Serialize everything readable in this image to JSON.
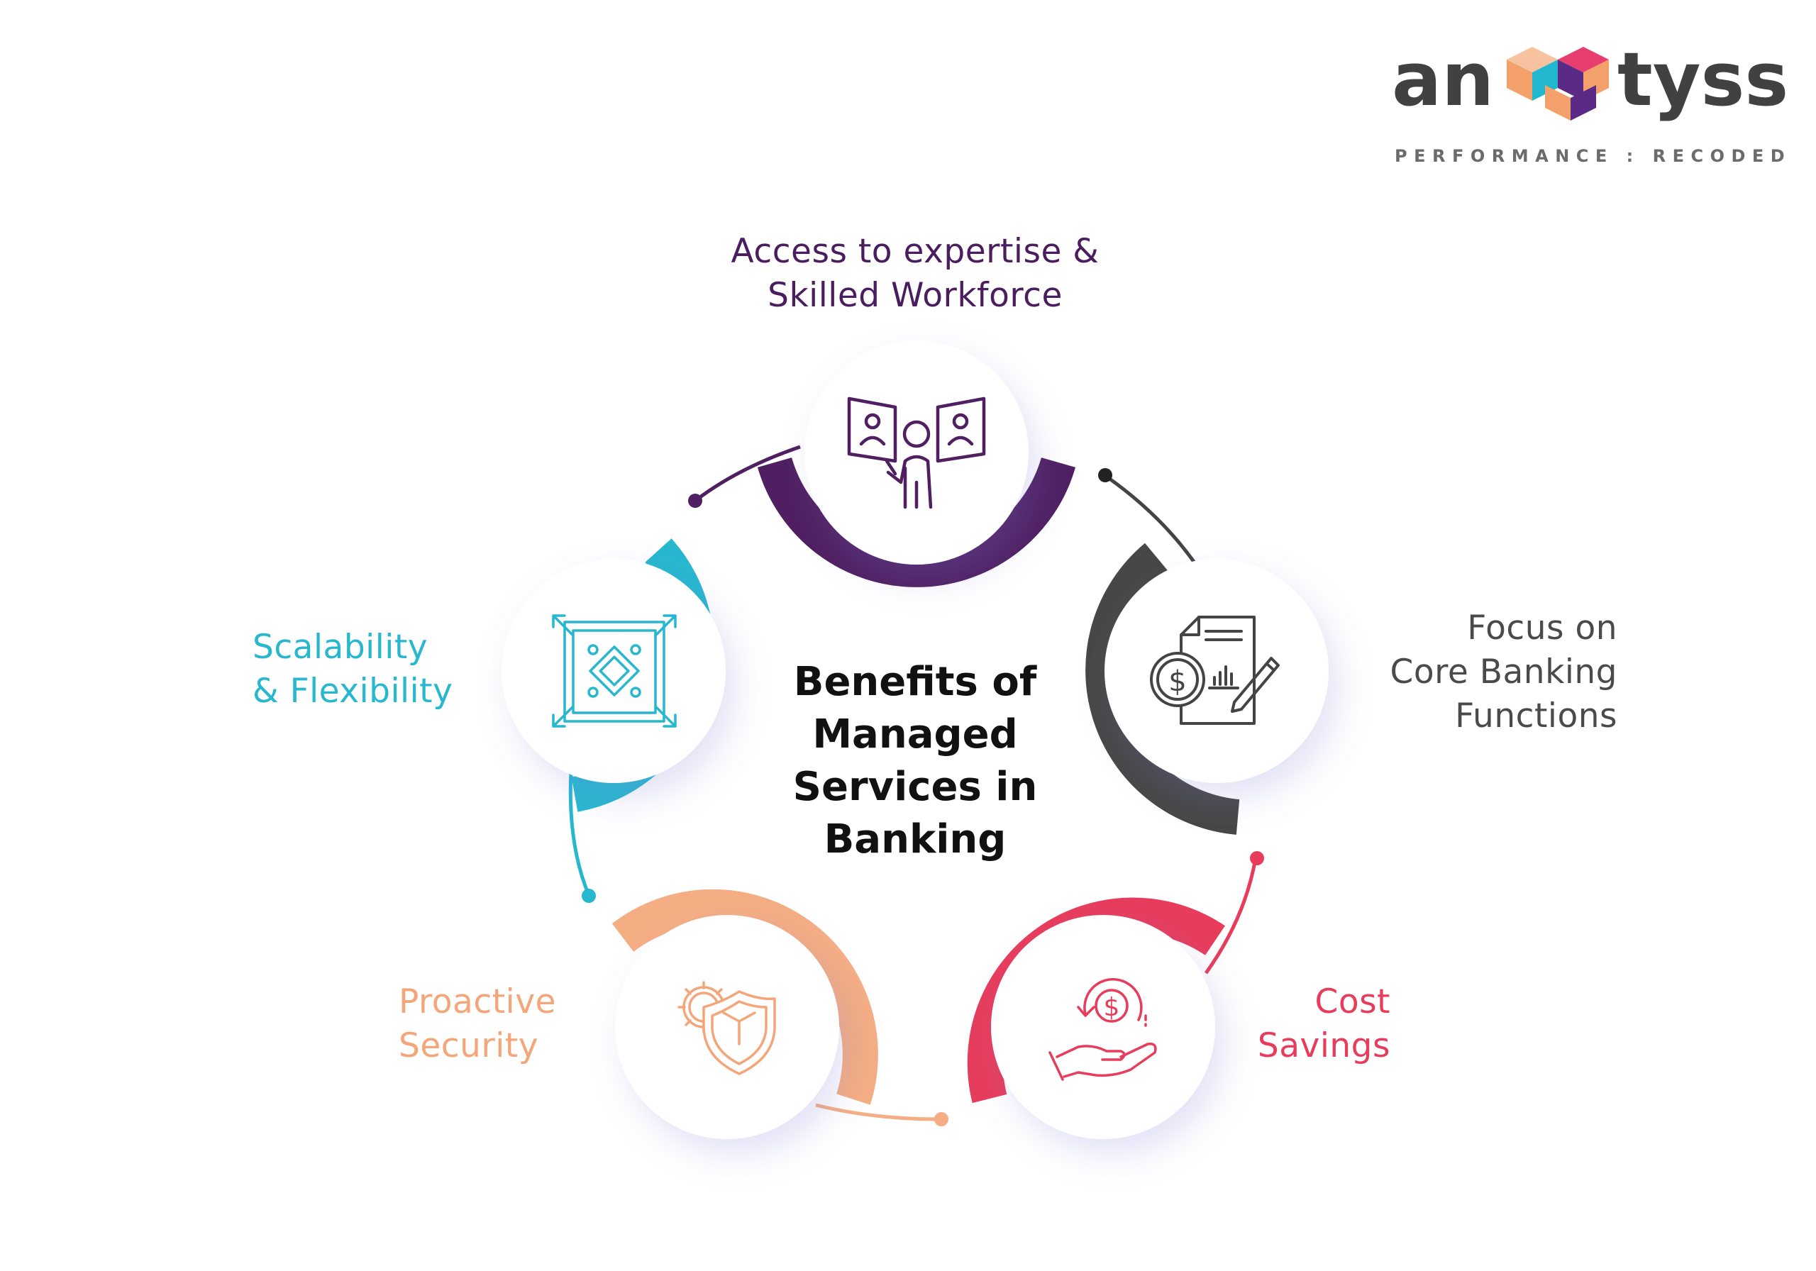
{
  "logo": {
    "prefix": "an",
    "suffix": "tyss",
    "tagline": "PERFORMANCE : RECODED"
  },
  "center_title": {
    "lines": [
      "Benefits of",
      "Managed",
      "Services in",
      "Banking"
    ]
  },
  "nodes": {
    "top": {
      "lines": [
        "Access to expertise &",
        "Skilled Workforce"
      ],
      "icon": "presentation-people-icon",
      "color": "#4f1f61"
    },
    "right": {
      "lines": [
        "Focus on",
        "Core Banking",
        "Functions"
      ],
      "icon": "document-coin-pencil-icon",
      "color": "#4a4a4a"
    },
    "bottom_right": {
      "lines": [
        "Cost",
        "Savings"
      ],
      "icon": "hand-dollar-refresh-icon",
      "color": "#e73c5c"
    },
    "bottom_left": {
      "lines": [
        "Proactive",
        "Security"
      ],
      "icon": "gear-shield-icon",
      "color": "#f5ad83"
    },
    "left": {
      "lines": [
        "Scalability",
        "& Flexibility"
      ],
      "icon": "expand-square-icon",
      "color": "#27b7cf"
    }
  },
  "colors": {
    "logo_text": "#414141",
    "logo_orange": "#f3a06b",
    "logo_purple": "#5b2a86",
    "logo_teal": "#21b7cf",
    "logo_pink": "#e83d6f"
  }
}
